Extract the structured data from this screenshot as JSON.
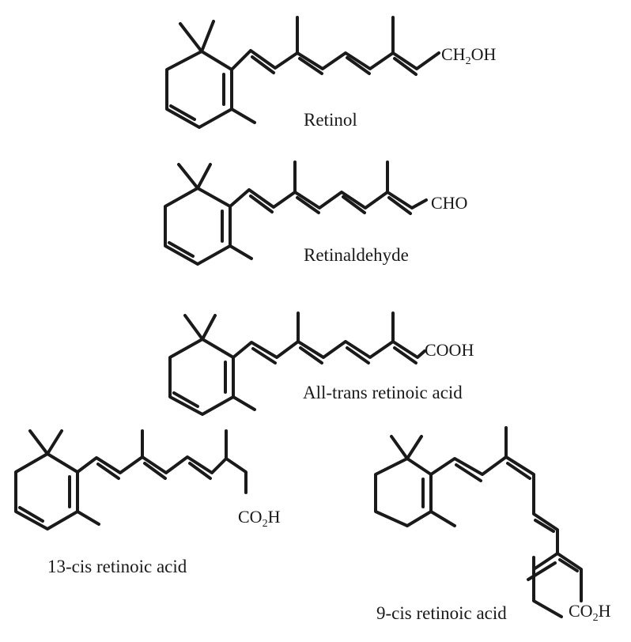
{
  "structures": [
    {
      "id": "retinol",
      "name": "Retinol",
      "group": {
        "pre": "CH",
        "sub": "2",
        "post": "OH"
      }
    },
    {
      "id": "retinaldehyde",
      "name": "Retinaldehyde",
      "group": {
        "pre": "CHO",
        "sub": "",
        "post": ""
      }
    },
    {
      "id": "all-trans",
      "name": "All-trans retinoic acid",
      "group": {
        "pre": "COOH",
        "sub": "",
        "post": ""
      }
    },
    {
      "id": "13-cis",
      "name": "13-cis retinoic acid",
      "group": {
        "pre": "CO",
        "sub": "2",
        "post": "H"
      }
    },
    {
      "id": "9-cis",
      "name": "9-cis retinoic acid",
      "group": {
        "pre": "CO",
        "sub": "2",
        "post": "H"
      }
    }
  ]
}
